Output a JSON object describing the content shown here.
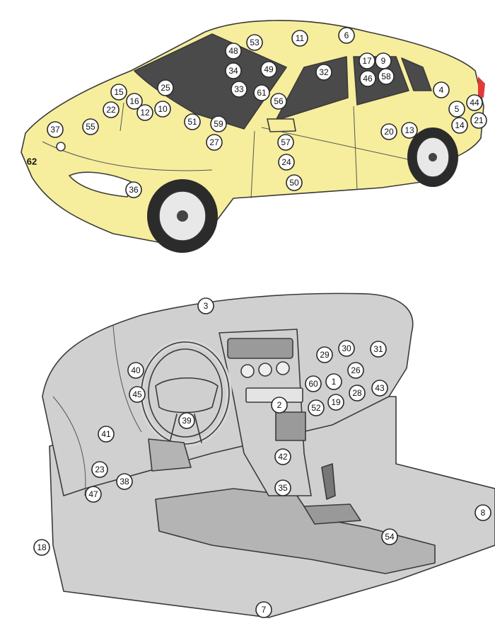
{
  "colors": {
    "car_body": "#f6ee9c",
    "glass": "#4a4a4a",
    "interior": "#d0d0d0",
    "interior_dark": "#b4b4b4",
    "tire": "#2b2b2b",
    "rim": "#e8e8e8",
    "tail_light": "#e03a3a"
  },
  "car_callouts": [
    "53",
    "11",
    "6",
    "48",
    "34",
    "49",
    "32",
    "17",
    "9",
    "46",
    "58",
    "25",
    "33",
    "61",
    "56",
    "15",
    "16",
    "22",
    "12",
    "10",
    "51",
    "59",
    "4",
    "5",
    "44",
    "37",
    "55",
    "14",
    "21",
    "27",
    "57",
    "20",
    "13",
    "24",
    "50",
    "62",
    "36"
  ],
  "interior_callouts": [
    "3",
    "29",
    "30",
    "31",
    "40",
    "26",
    "60",
    "1",
    "45",
    "43",
    "28",
    "2",
    "52",
    "19",
    "41",
    "39",
    "42",
    "23",
    "38",
    "47",
    "35",
    "8",
    "18",
    "54",
    "7"
  ]
}
